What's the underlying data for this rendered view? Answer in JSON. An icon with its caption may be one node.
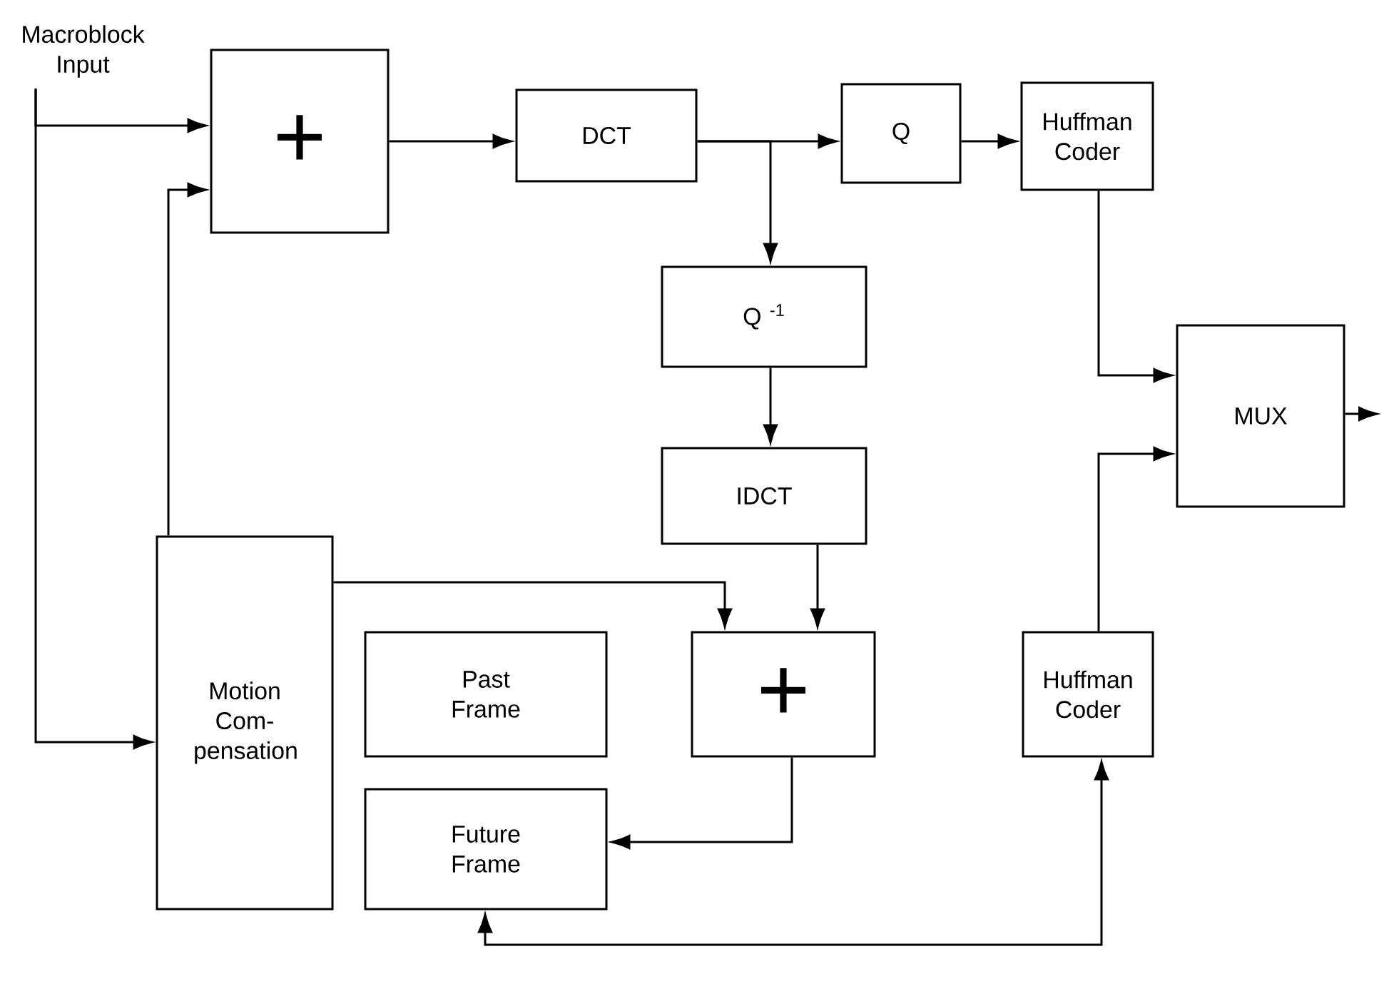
{
  "diagram": {
    "nodes": [
      {
        "text": [
          "Macroblock Input"
        ]
      },
      {
        "text": [
          "+"
        ]
      },
      {
        "text": [
          "DCT"
        ]
      },
      {
        "text": [
          "Q"
        ]
      },
      {
        "text": [
          "Huffman Coder"
        ]
      },
      {
        "text": [
          "Q $^{-1}$"
        ]
      },
      {
        "text": [
          "IDCT"
        ]
      },
      {
        "text": [
          "MUX"
        ]
      },
      {
        "text": [
          "Motion Com- pensation"
        ]
      },
      {
        "text": [
          "Past Frame"
        ]
      },
      {
        "text": [
          "+"
        ]
      },
      {
        "text": [
          "Future Frame"
        ]
      },
      {
        "text": [
          "Huffman Coder"
        ]
      }
    ],
    "edges": [
      {
        "from": 0,
        "to": 1,
        "arrow": "to"
      },
      {
        "from": 0,
        "to": 8,
        "arrow": "to"
      },
      {
        "from": 8,
        "to": 1,
        "arrow": "to"
      },
      {
        "from": 1,
        "to": 2,
        "arrow": "to"
      },
      {
        "from": 2,
        "to": 3,
        "arrow": "to"
      },
      {
        "from": 2,
        "to": 5,
        "arrow": "to"
      },
      {
        "from": 3,
        "to": 4,
        "arrow": "to"
      },
      {
        "from": 4,
        "to": 7,
        "arrow": "to"
      },
      {
        "from": 5,
        "to": 6,
        "arrow": "to"
      },
      {
        "from": 6,
        "to": 10,
        "arrow": "to"
      },
      {
        "from": 8,
        "to": 10,
        "arrow": "to"
      },
      {
        "from": 10,
        "to": 11,
        "arrow": "to"
      },
      {
        "from": 12,
        "to": 7,
        "arrow": "to"
      },
      {
        "from": 7,
        "to": null,
        "arrow": "to"
      },
      {
        "from": 11,
        "to": 12,
        "arrow": "both"
      }
    ]
  }
}
